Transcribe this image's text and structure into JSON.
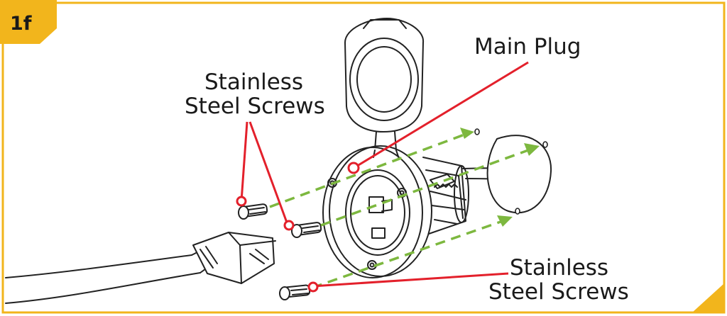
{
  "step_badge": "1f",
  "colors": {
    "accent_gold": "#F2B51C",
    "callout_red": "#E3202B",
    "arrow_green": "#7DB83F",
    "line_art": "#222222"
  },
  "callouts": {
    "main_plug": "Main Plug",
    "screws_top_line1": "Stainless",
    "screws_top_line2": "Steel Screws",
    "screws_bottom_line1": "Stainless",
    "screws_bottom_line2": "Steel Screws"
  }
}
